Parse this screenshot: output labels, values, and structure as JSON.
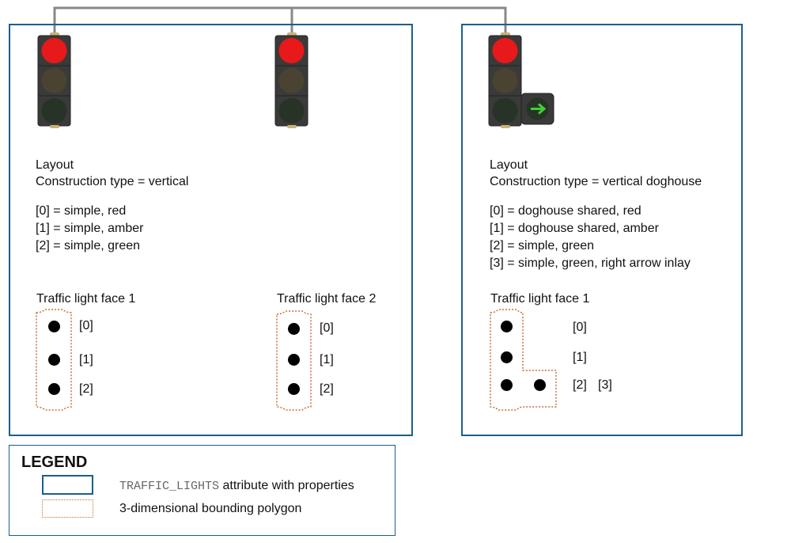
{
  "colors": {
    "panel_border": "#1b5f8a",
    "bounding_polygon": "#c8703a",
    "wire": "#888888",
    "housing": "#3a3a3a",
    "red_lamp": "#e8191a",
    "amber_lamp_off": "#4a4331",
    "green_lamp_off": "#263326",
    "arrow_green": "#3fcf36"
  },
  "icons": [
    "traffic-light-icon",
    "right-arrow-icon"
  ],
  "left_panel": {
    "layout_heading": "Layout",
    "construction_type": "Construction type = vertical",
    "items": [
      "[0] = simple, red",
      "[1] = simple, amber",
      "[2] = simple, green"
    ],
    "faces": [
      {
        "title": "Traffic light face 1",
        "labels": [
          "[0]",
          "[1]",
          "[2]"
        ]
      },
      {
        "title": "Traffic light face 2",
        "labels": [
          "[0]",
          "[1]",
          "[2]"
        ]
      }
    ]
  },
  "right_panel": {
    "layout_heading": "Layout",
    "construction_type": "Construction type = vertical doghouse",
    "items": [
      "[0] = doghouse shared, red",
      "[1] = doghouse shared, amber",
      "[2] = simple, green",
      "[3] = simple, green, right arrow inlay"
    ],
    "face": {
      "title": "Traffic light face 1",
      "labels": [
        "[0]",
        "[1]",
        "[2]",
        "[3]"
      ]
    }
  },
  "legend": {
    "title": "LEGEND",
    "attribute_code": "TRAFFIC_LIGHTS",
    "attribute_text": " attribute with properties",
    "polygon_text": "3-dimensional bounding polygon"
  }
}
